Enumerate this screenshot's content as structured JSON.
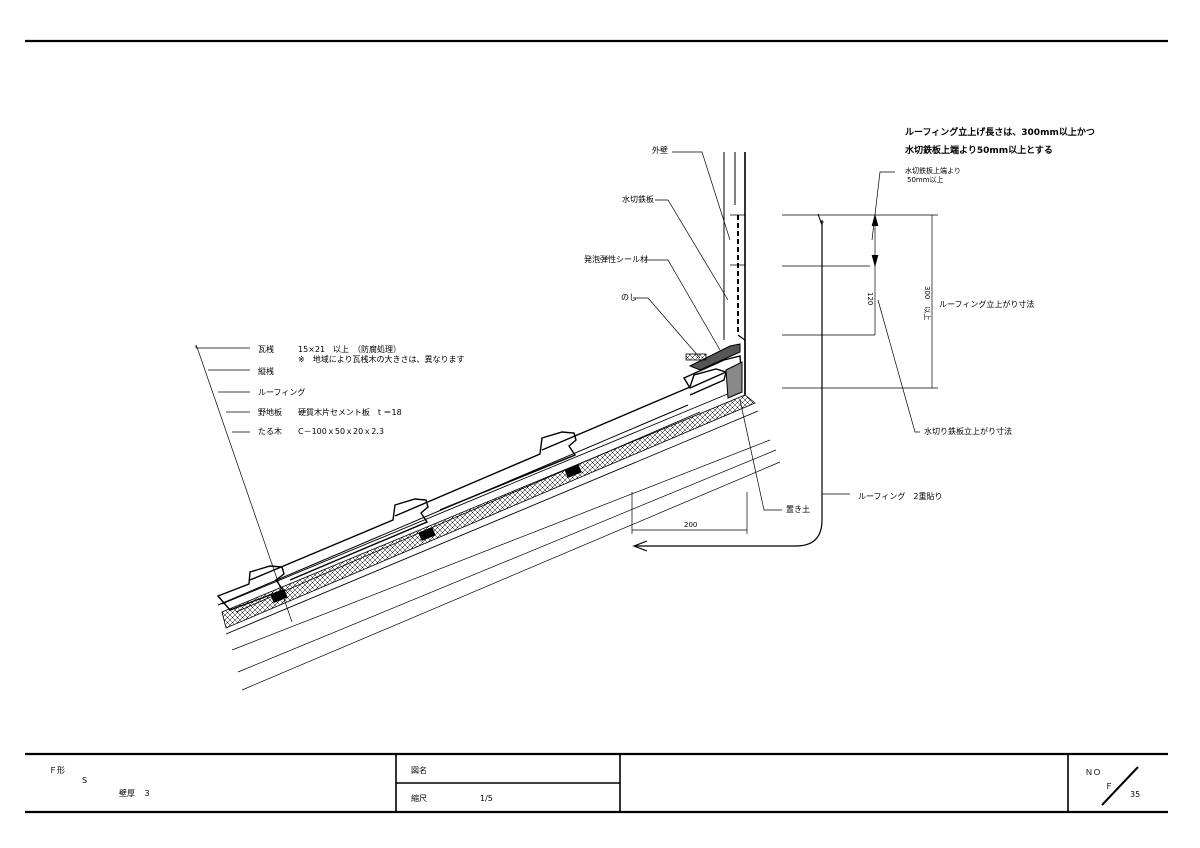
{
  "note": {
    "line1": "ルーフィング立上げ長さは、300mm以上かつ",
    "line2": "水切鉄板上端より50mm以上とする"
  },
  "labels": {
    "gaiheki": "外壁",
    "mizukiri": "水切鉄板",
    "seal": "発泡弾性シール材",
    "noshi": "のし",
    "okitsuchi": "置き土",
    "roofing_double": "ルーフィング　2重貼り",
    "dim_top_a": "水切鉄板上端より",
    "dim_top_b": "50mm以上",
    "dim_roof": "ルーフィング立上がり寸法",
    "dim_mizukiri": "水切り鉄板立上がり寸法"
  },
  "dims": {
    "d200": "200",
    "d120": "120",
    "d300": "300　以上"
  },
  "spec": [
    {
      "name": "瓦桟",
      "desc": "15×21　以上　（防腐処理）"
    },
    {
      "name": "",
      "desc": "※　地域により瓦桟木の大きさは、異なります"
    },
    {
      "name": "縦桟",
      "desc": ""
    },
    {
      "name": "ルーフィング",
      "desc": ""
    },
    {
      "name": "野地板",
      "desc": "硬質木片セメント板　t ＝18"
    },
    {
      "name": "たる木",
      "desc": "C－100ｘ50ｘ20ｘ2.3"
    }
  ],
  "title_block": {
    "f_label": "Ｆ形",
    "s_label": "S",
    "kabe_label": "壁厚　３",
    "zumei_label": "図名",
    "shukushaku_label": "縮尺",
    "scale_value": "1/5",
    "no_label": "ＮＯ",
    "f_mark": "Ｆ",
    "sheet_no": "35"
  }
}
